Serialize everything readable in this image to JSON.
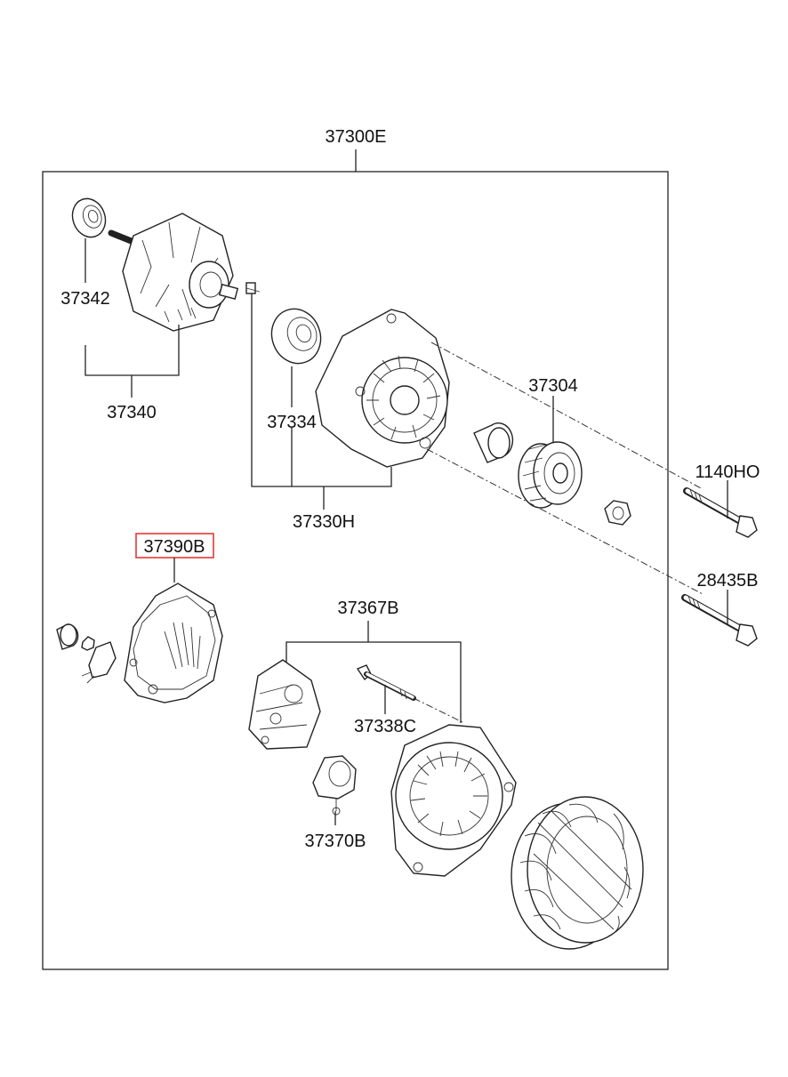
{
  "diagram": {
    "labels": {
      "assembly": "37300E",
      "bearing_front_small": "37342",
      "rotor": "37340",
      "bearing_front": "37334",
      "front_bracket": "37330H",
      "pulley": "37304",
      "bolt_a": "1140HO",
      "bolt_b": "28435B",
      "rear_cover": "37390B",
      "rectifier": "37367B",
      "through_bolt": "37338C",
      "regulator": "37370B"
    },
    "highlight": {
      "label": "rear_cover",
      "color": "#e53935"
    }
  }
}
